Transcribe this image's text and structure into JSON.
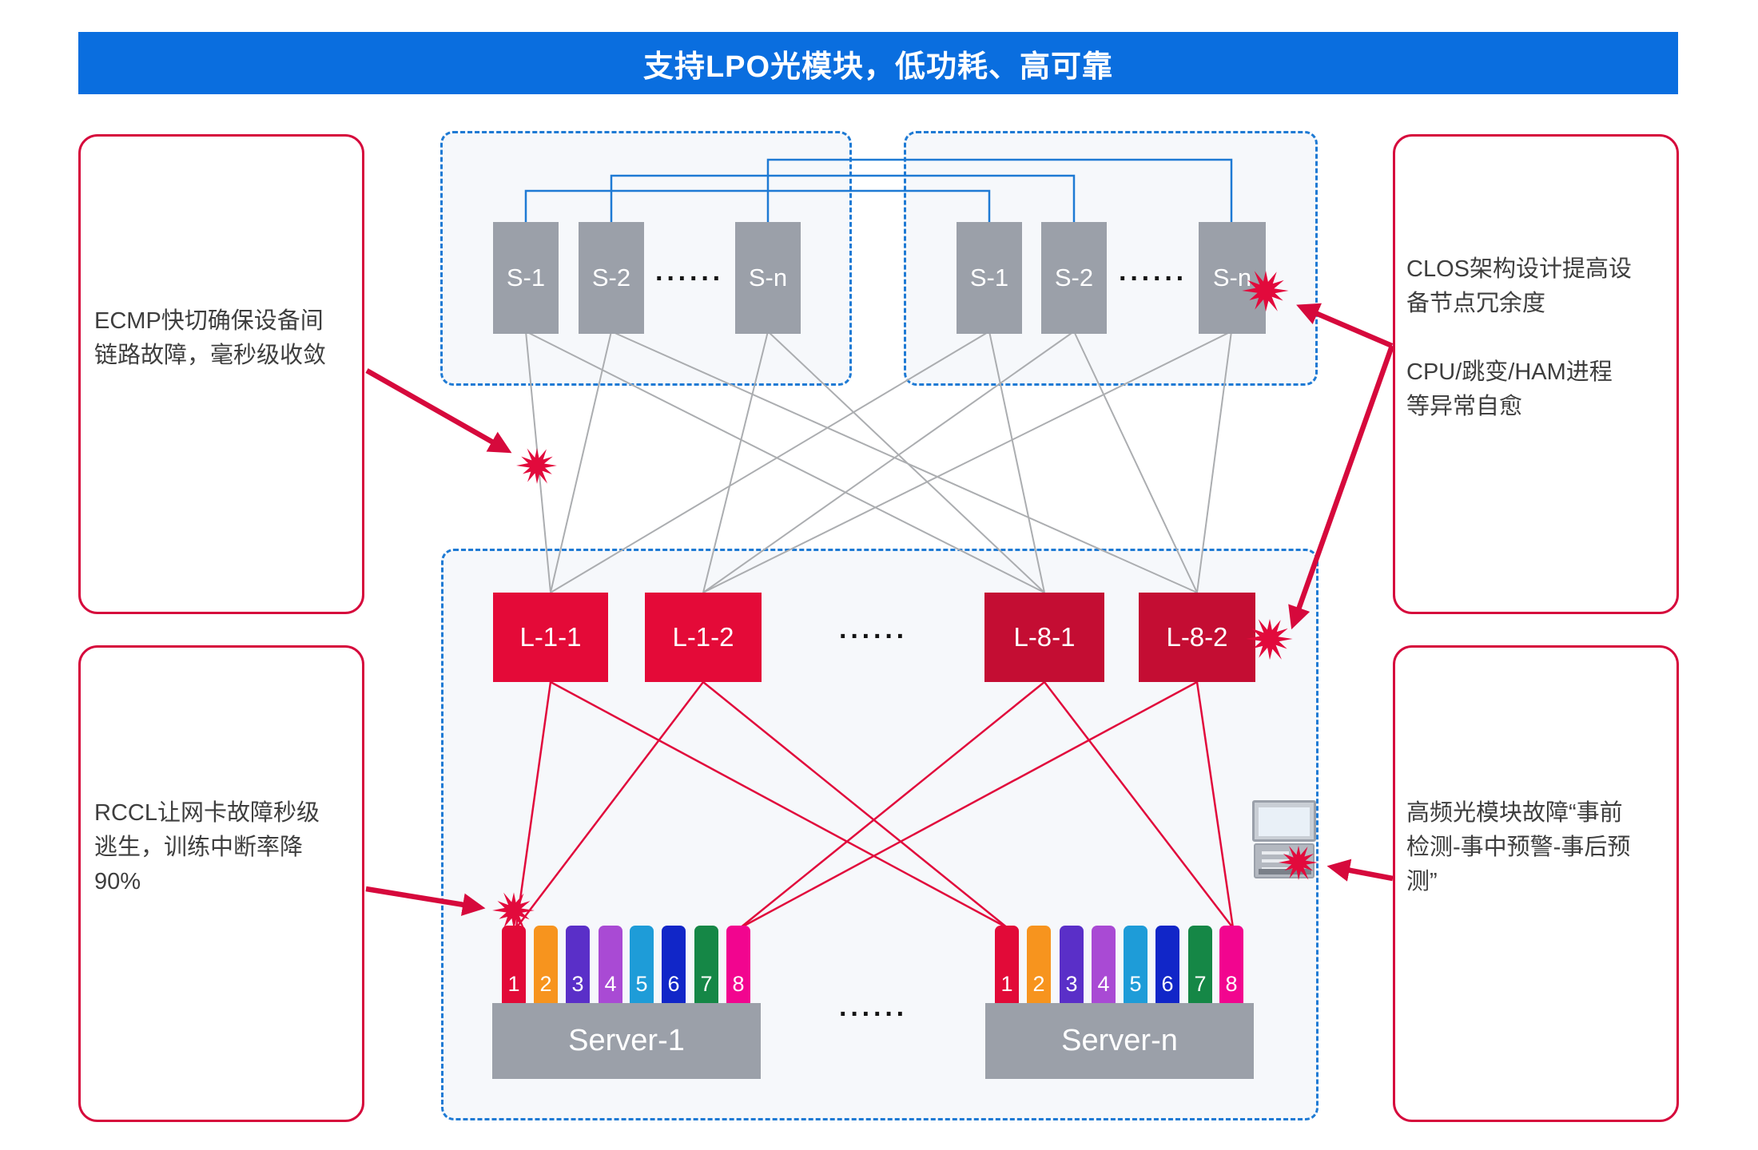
{
  "title": "支持LPO光模块，低功耗、高可靠",
  "annotations": {
    "ecmp": "ECMP快切确保设备间\n链路故障，毫秒级收敛",
    "rccl": "RCCL让网卡故障秒级\n逃生，训练中断率降\n90%",
    "clos": "CLOS架构设计提高设\n备节点冗余度\n\nCPU/跳变/HAM进程\n等异常自愈",
    "optical": "高频光模块故障“事前\n检测-事中预警-事后预\n测”"
  },
  "spine": {
    "left": [
      "S-1",
      "S-2",
      "S-n"
    ],
    "right": [
      "S-1",
      "S-2",
      "S-n"
    ],
    "ellipsis": "······"
  },
  "leaf": {
    "labels": [
      "L-1-1",
      "L-1-2",
      "L-8-1",
      "L-8-2"
    ],
    "ellipsis": "······"
  },
  "servers": {
    "s1": {
      "name": "Server-1",
      "ports": [
        "1",
        "2",
        "3",
        "4",
        "5",
        "6",
        "7",
        "8"
      ]
    },
    "sn": {
      "name": "Server-n",
      "ports": [
        "1",
        "2",
        "3",
        "4",
        "5",
        "6",
        "7",
        "8"
      ]
    },
    "ellipsis": "······"
  },
  "colors": {
    "title_bar": "#0a6edf",
    "dashed_border": "#1e7ad4",
    "spine_box": "#9ba0a9",
    "server_box": "#9ba0a9",
    "leaf_front": "#e40a38",
    "leaf_back": "#c40d33",
    "accent_red": "#d6093c",
    "link_gray": "#abadb0",
    "link_blue": "#1e7ad4",
    "ports": [
      "#e20a38",
      "#f7941e",
      "#5a2fc8",
      "#a94ad4",
      "#1e9cd8",
      "#1126c8",
      "#158746",
      "#f2058f"
    ]
  }
}
